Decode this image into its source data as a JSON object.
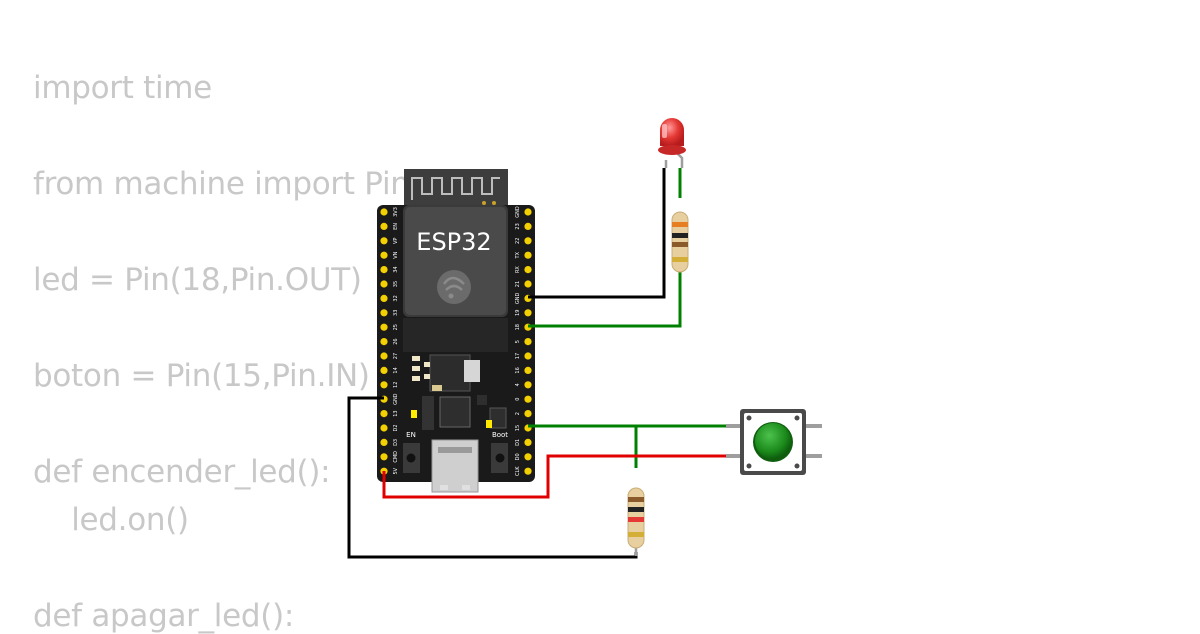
{
  "code": {
    "lines": [
      "import time",
      "from machine import Pin",
      "led = Pin(18,Pin.OUT)",
      "boton = Pin(15,Pin.IN)",
      "def encender_led():",
      "    led.on()",
      "def apagar_led():"
    ]
  },
  "board": {
    "name": "ESP32",
    "en_label": "EN",
    "boot_label": "Boot",
    "left_pins": [
      "3V3",
      "EN",
      "VP",
      "VN",
      "34",
      "35",
      "32",
      "33",
      "25",
      "26",
      "27",
      "14",
      "12",
      "GND",
      "13",
      "D2",
      "D3",
      "CMD",
      "5V"
    ],
    "right_pins": [
      "GND",
      "23",
      "22",
      "TX",
      "RX",
      "21",
      "GND",
      "19",
      "18",
      "5",
      "17",
      "16",
      "4",
      "0",
      "2",
      "15",
      "D1",
      "D0",
      "CLK"
    ]
  },
  "colors": {
    "wire_black": "#000000",
    "wire_green": "#008000",
    "wire_red": "#e00000",
    "led_red": "#e53935",
    "button_green": "#1b8a1b",
    "board_black": "#1a1a1a",
    "pin_gold": "#f5d000",
    "code_text": "#c8c8c8"
  }
}
